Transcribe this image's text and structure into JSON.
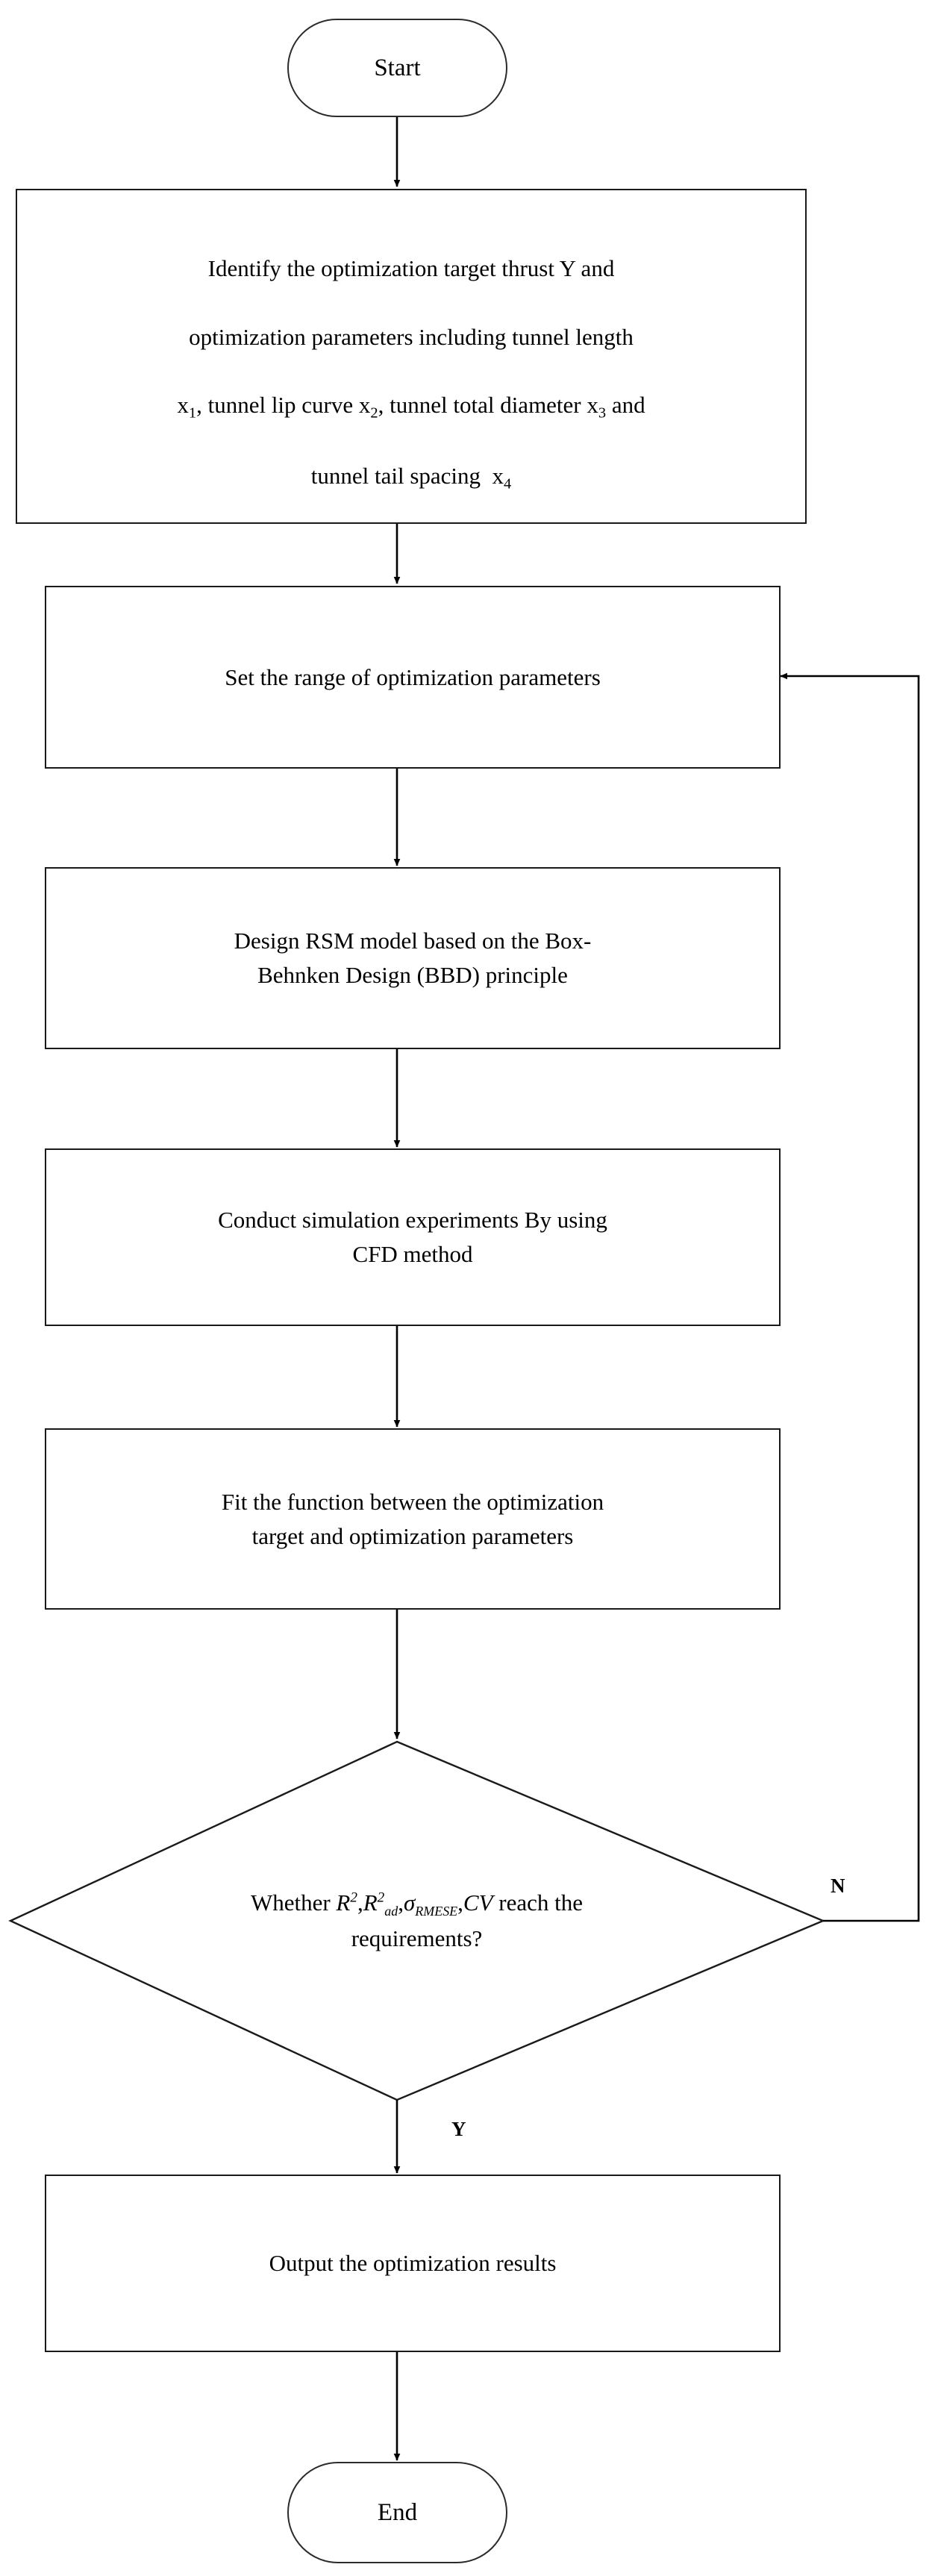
{
  "diagram": {
    "type": "flowchart",
    "title": "RSM / CFD thrust optimization procedure",
    "orientation": "top-to-bottom",
    "stroke_color": "#1a1a1a",
    "background_color": "#ffffff",
    "nodes": [
      {
        "id": "start",
        "shape": "terminator",
        "label": "Start"
      },
      {
        "id": "identify",
        "shape": "process",
        "label": "Identify the optimization target thrust Y and optimization parameters including tunnel length x₁, tunnel lip curve x₂, tunnel total diameter x₃ and tunnel tail spacing  x₄",
        "lines": [
          "Identify the optimization target thrust Y and",
          "optimization parameters including tunnel length",
          "x1, tunnel lip curve x2, tunnel total diameter x3 and",
          "tunnel tail spacing  x4"
        ]
      },
      {
        "id": "set-range",
        "shape": "process",
        "label": "Set the range of optimization parameters"
      },
      {
        "id": "design-rsm",
        "shape": "process",
        "label": "Design RSM model based on the Box-\nBehnken Design (BBD) principle"
      },
      {
        "id": "conduct-cfd",
        "shape": "process",
        "label": "Conduct simulation experiments By using\nCFD method"
      },
      {
        "id": "fit-function",
        "shape": "process",
        "label": "Fit the function between the optimization\ntarget  and optimization parameters"
      },
      {
        "id": "check-metrics",
        "shape": "decision",
        "label": "Whether R2,R2ad,σRMESE,CV reach the requirements?",
        "text_before": "Whether ",
        "text_after": " reach the",
        "text_line2": "requirements?",
        "metrics": [
          {
            "symbol": "R",
            "sup": "2",
            "sub": ""
          },
          {
            "symbol": "R",
            "sup": "2",
            "sub": "ad"
          },
          {
            "symbol": "σ",
            "sup": "",
            "sub": "RMESE"
          },
          {
            "symbol": "CV",
            "sup": "",
            "sub": ""
          }
        ]
      },
      {
        "id": "output-results",
        "shape": "process",
        "label": "Output the optimization results"
      },
      {
        "id": "end",
        "shape": "terminator",
        "label": "End"
      }
    ],
    "branch_labels": {
      "no": "N",
      "yes": "Y"
    },
    "edges": [
      {
        "from": "start",
        "to": "identify",
        "label": ""
      },
      {
        "from": "identify",
        "to": "set-range",
        "label": ""
      },
      {
        "from": "set-range",
        "to": "design-rsm",
        "label": ""
      },
      {
        "from": "design-rsm",
        "to": "conduct-cfd",
        "label": ""
      },
      {
        "from": "conduct-cfd",
        "to": "fit-function",
        "label": ""
      },
      {
        "from": "fit-function",
        "to": "check-metrics",
        "label": ""
      },
      {
        "from": "check-metrics",
        "to": "output-results",
        "label": "Y"
      },
      {
        "from": "check-metrics",
        "to": "set-range",
        "label": "N"
      },
      {
        "from": "output-results",
        "to": "end",
        "label": ""
      }
    ]
  }
}
